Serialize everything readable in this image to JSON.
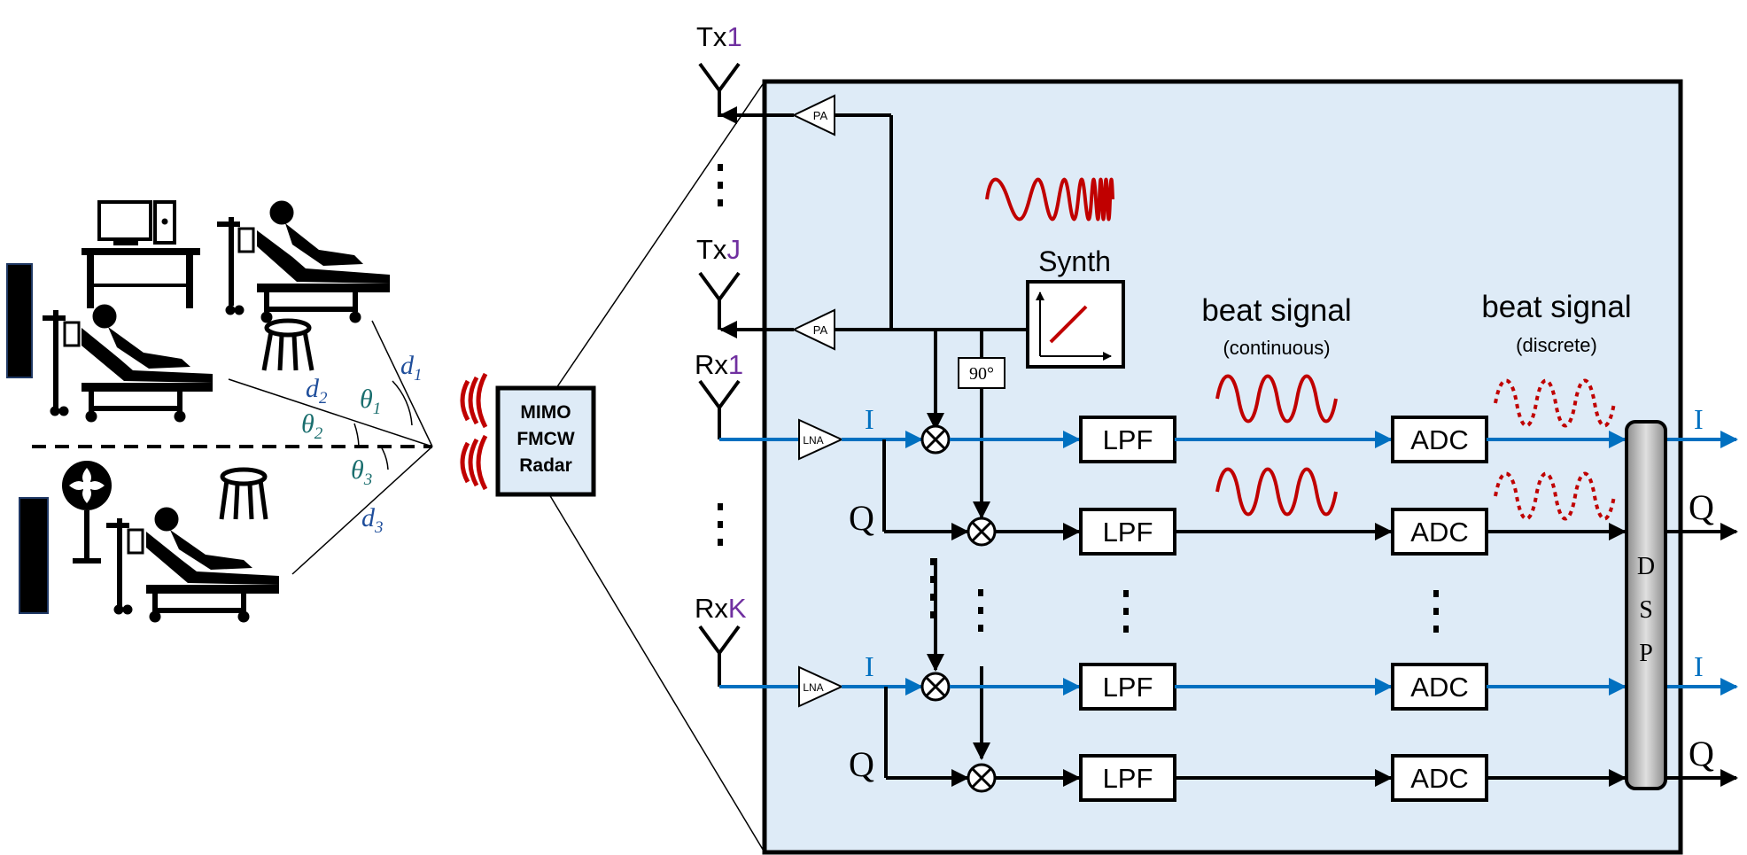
{
  "antennas": {
    "tx1_prefix": "Tx",
    "tx1_index": "1",
    "txj_prefix": "Tx",
    "txj_index": "J",
    "rx1_prefix": "Rx",
    "rx1_index": "1",
    "rxk_prefix": "Rx",
    "rxk_index": "K"
  },
  "blocks": {
    "pa": "PA",
    "lna": "LNA",
    "synth": "Synth",
    "phase": "90°",
    "lpf": "LPF",
    "adc": "ADC",
    "dsp": [
      "D",
      "S",
      "P"
    ]
  },
  "radar": {
    "line1": "MIMO",
    "line2": "FMCW",
    "line3": "Radar"
  },
  "signals": {
    "beat_main": "beat signal",
    "continuous": "(continuous)",
    "discrete": "(discrete)",
    "i": "I",
    "q": "Q"
  },
  "scene": {
    "d1": "d",
    "d1_sub": "1",
    "d2": "d",
    "d2_sub": "2",
    "d3": "d",
    "d3_sub": "3",
    "t1": "θ",
    "t1_sub": "1",
    "t2": "θ",
    "t2_sub": "2",
    "t3": "θ",
    "t3_sub": "3"
  },
  "colors": {
    "panel_bg": "#deebf7",
    "iq_blue": "#0070c0",
    "signal_red": "#c00000",
    "index_purple": "#7030a0",
    "distance_blue": "#1f4e9b",
    "angle_teal": "#1a6e6e"
  }
}
